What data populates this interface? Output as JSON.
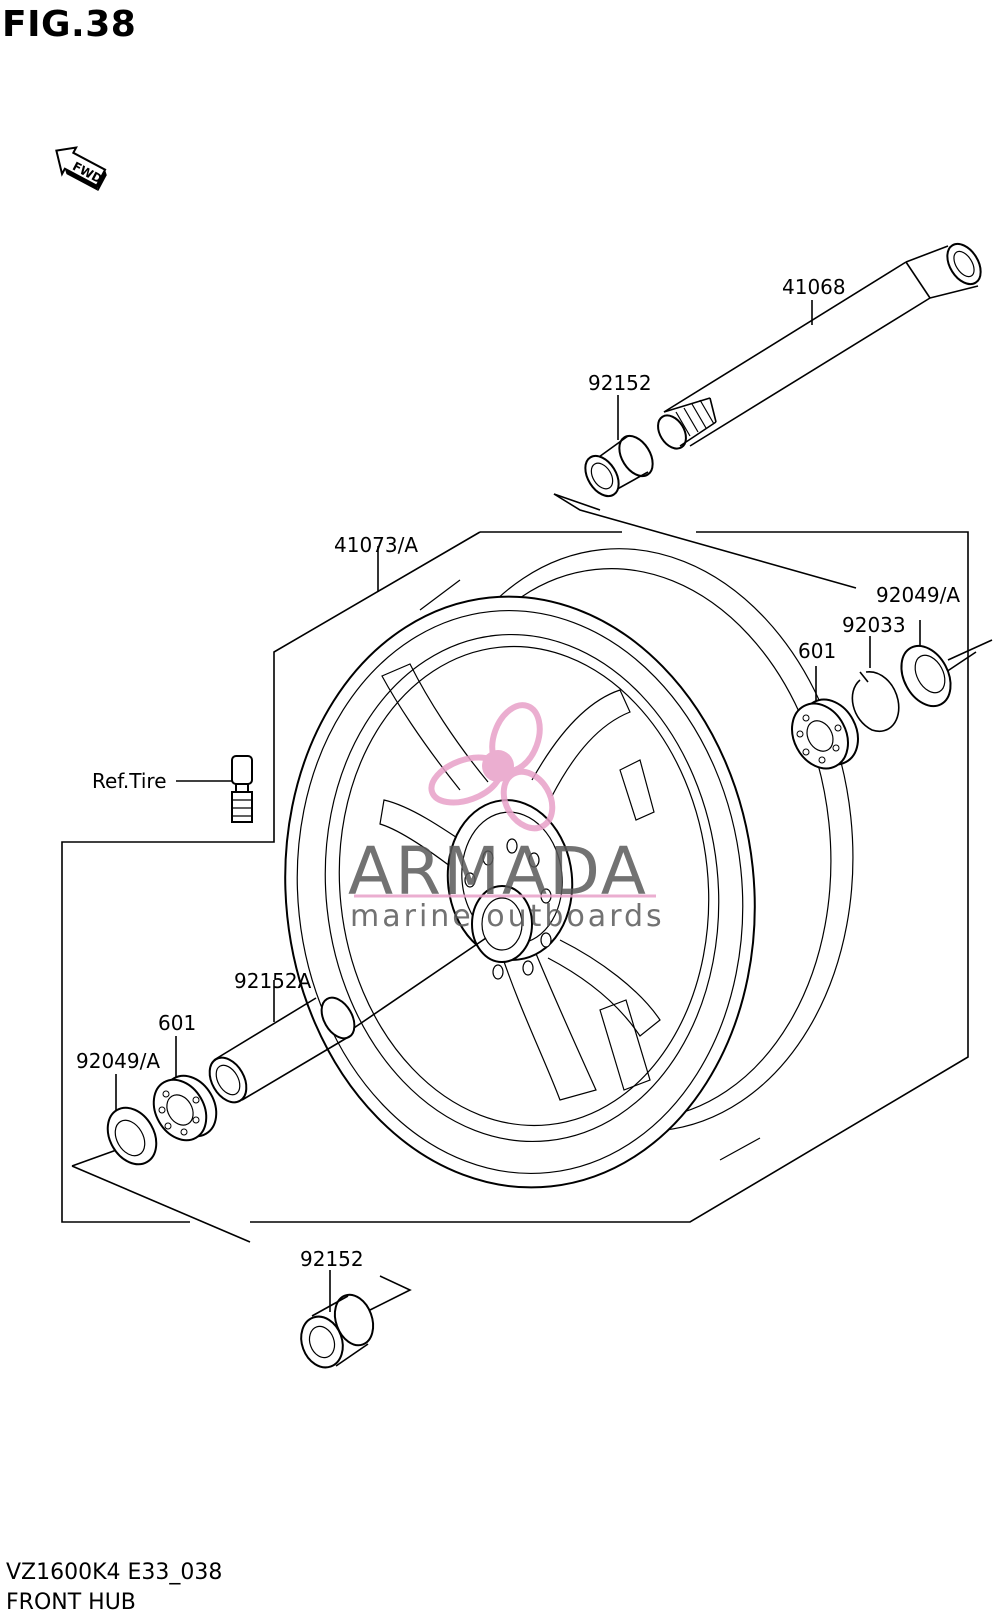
{
  "figure": {
    "title": "FIG.38"
  },
  "direction_marker": {
    "text": "FWD",
    "icon": "fwd-arrow-icon"
  },
  "labels": {
    "axle": "41068",
    "collar_top": "92152",
    "wheel": "41073/A",
    "oil_seal_right": "92049/A",
    "circlip": "92033",
    "bearing_right": "601",
    "valve": "Ref.Tire",
    "spacer": "92152A",
    "bearing_left": "601",
    "oil_seal_left": "92049/A",
    "collar_bottom": "92152"
  },
  "watermark": {
    "brand": "ARMADA",
    "tagline": "marine outboards",
    "logo_icon": "propeller-icon",
    "accent_color": "#e8a0c8"
  },
  "footer": {
    "model_code": "VZ1600K4 E33_038",
    "section_name": "FRONT HUB"
  }
}
